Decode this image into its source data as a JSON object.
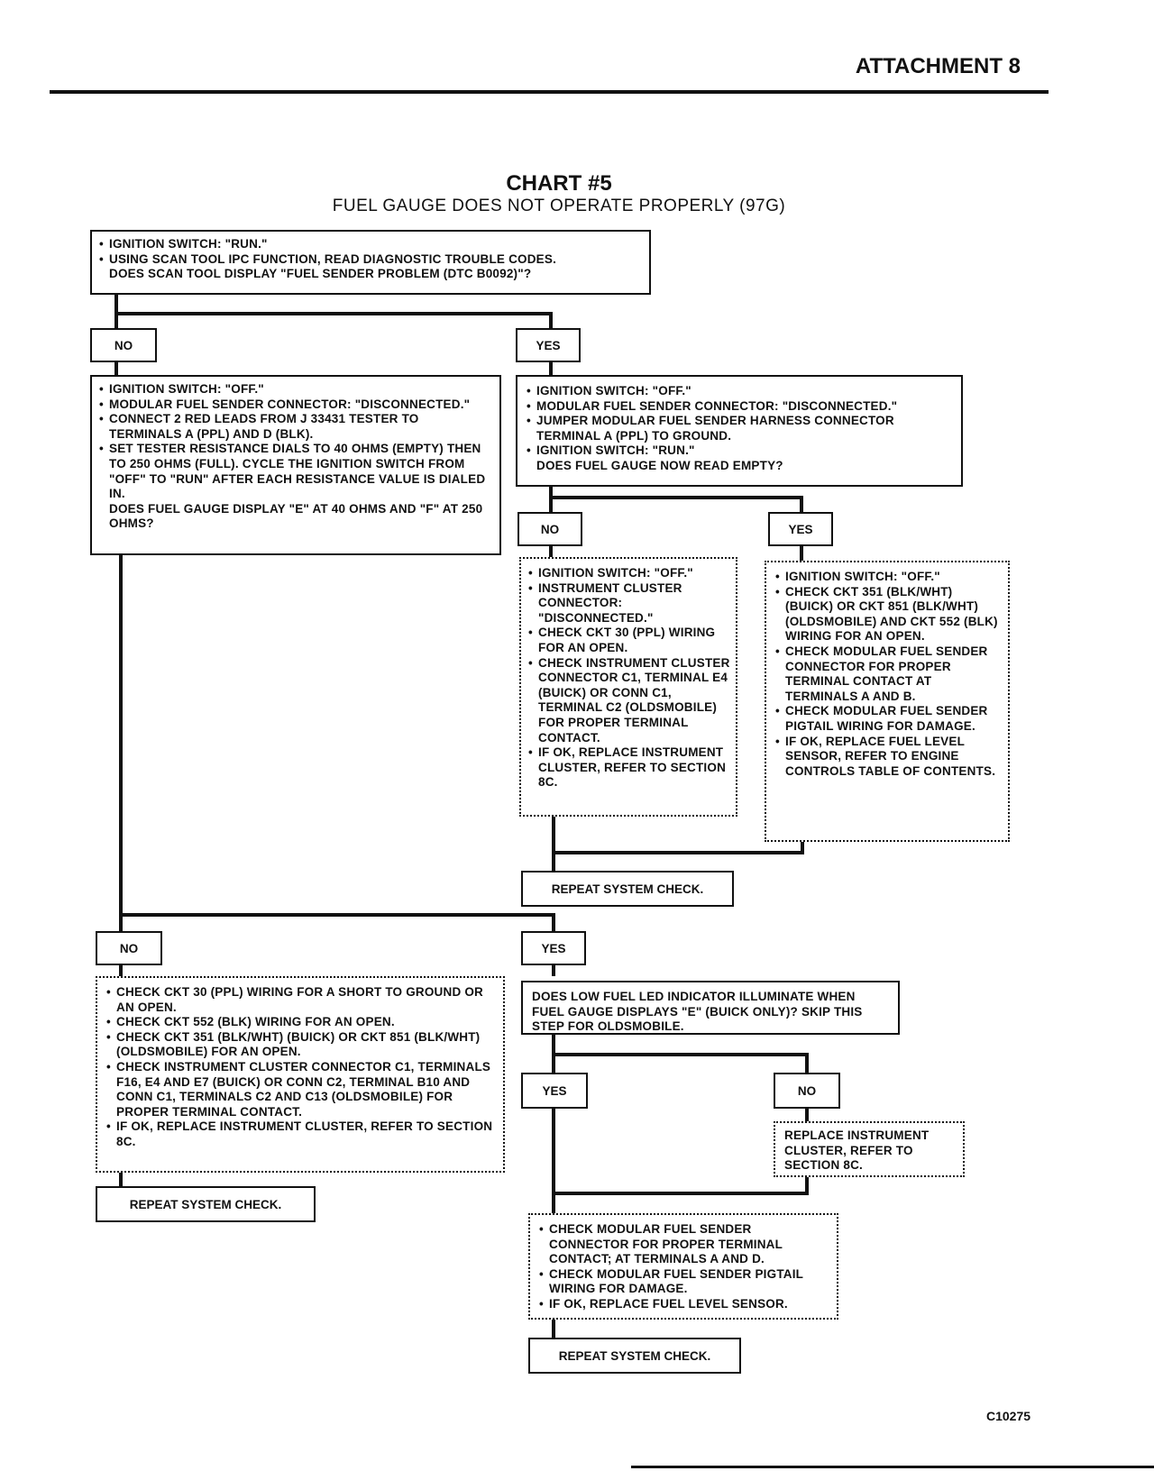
{
  "header": {
    "attachment": "ATTACHMENT 8",
    "chart_title": "CHART #5",
    "chart_subtitle": "FUEL GAUGE DOES NOT OPERATE PROPERLY (97G)"
  },
  "steps": {
    "start": {
      "items": [
        "IGNITION SWITCH: \"RUN.\"",
        "USING SCAN TOOL IPC FUNCTION, READ DIAGNOSTIC TROUBLE CODES."
      ],
      "question": "DOES SCAN TOOL DISPLAY \"FUEL SENDER PROBLEM (DTC B0092)\"?"
    },
    "labels": {
      "no_1": "NO",
      "yes_1": "YES",
      "no_2": "NO",
      "yes_2": "YES",
      "no_3": "NO",
      "yes_3": "YES",
      "yes_4": "YES",
      "no_4": "NO"
    },
    "no_branch": {
      "items": [
        "IGNITION SWITCH: \"OFF.\"",
        "MODULAR FUEL SENDER CONNECTOR: \"DISCONNECTED.\"",
        "CONNECT 2 RED LEADS FROM J 33431 TESTER TO TERMINALS A (PPL) AND D (BLK).",
        "SET TESTER RESISTANCE DIALS TO 40 OHMS (EMPTY) THEN TO 250 OHMS (FULL). CYCLE THE IGNITION SWITCH FROM \"OFF\" TO \"RUN\" AFTER EACH RESISTANCE VALUE IS DIALED IN."
      ],
      "question": "DOES FUEL GAUGE DISPLAY \"E\" AT 40 OHMS AND \"F\" AT 250 OHMS?"
    },
    "yes_branch": {
      "items": [
        "IGNITION SWITCH: \"OFF.\"",
        "MODULAR FUEL SENDER CONNECTOR: \"DISCONNECTED.\"",
        "JUMPER MODULAR FUEL SENDER HARNESS CONNECTOR TERMINAL A (PPL) TO GROUND.",
        "IGNITION SWITCH: \"RUN.\""
      ],
      "question": "DOES FUEL GAUGE NOW READ EMPTY?"
    },
    "empty_no": {
      "items": [
        "IGNITION SWITCH: \"OFF.\"",
        "INSTRUMENT CLUSTER CONNECTOR: \"DISCONNECTED.\"",
        "CHECK CKT 30 (PPL) WIRING FOR AN OPEN.",
        "CHECK INSTRUMENT CLUSTER CONNECTOR C1, TERMINAL E4 (BUICK) OR CONN C1, TERMINAL C2 (OLDSMOBILE) FOR PROPER TERMINAL CONTACT.",
        "IF OK, REPLACE INSTRUMENT CLUSTER, REFER TO SECTION 8C."
      ]
    },
    "empty_yes": {
      "items": [
        "IGNITION SWITCH: \"OFF.\"",
        "CHECK CKT 351 (BLK/WHT) (BUICK) OR CKT 851 (BLK/WHT) (OLDSMOBILE) AND CKT 552 (BLK) WIRING FOR AN OPEN.",
        "CHECK MODULAR FUEL SENDER CONNECTOR FOR PROPER TERMINAL CONTACT AT TERMINALS A AND B.",
        "CHECK MODULAR FUEL SENDER PIGTAIL WIRING FOR DAMAGE.",
        "IF OK, REPLACE FUEL LEVEL SENSOR, REFER TO ENGINE CONTROLS TABLE OF CONTENTS."
      ]
    },
    "repeat_1": "REPEAT SYSTEM CHECK.",
    "display_no": {
      "items": [
        "CHECK CKT 30 (PPL) WIRING FOR A SHORT TO GROUND OR AN OPEN.",
        "CHECK CKT 552 (BLK) WIRING FOR AN OPEN.",
        "CHECK CKT 351 (BLK/WHT) (BUICK) OR CKT 851 (BLK/WHT) (OLDSMOBILE) FOR AN OPEN.",
        "CHECK INSTRUMENT CLUSTER CONNECTOR C1, TERMINALS F16, E4 AND E7 (BUICK) OR CONN C2, TERMINAL B10 AND CONN C1, TERMINALS C2 AND C13 (OLDSMOBILE) FOR PROPER TERMINAL CONTACT.",
        "IF OK, REPLACE INSTRUMENT CLUSTER, REFER TO SECTION 8C."
      ]
    },
    "repeat_2": "REPEAT SYSTEM CHECK.",
    "led_question": "DOES LOW FUEL LED INDICATOR ILLUMINATE WHEN FUEL GAUGE DISPLAYS \"E\" (BUICK ONLY)? SKIP THIS STEP FOR OLDSMOBILE.",
    "led_no": "REPLACE INSTRUMENT CLUSTER, REFER TO SECTION 8C.",
    "led_yes": {
      "items": [
        "CHECK MODULAR FUEL SENDER CONNECTOR FOR PROPER TERMINAL CONTACT; AT TERMINALS A AND D.",
        "CHECK MODULAR FUEL SENDER PIGTAIL WIRING FOR DAMAGE.",
        "IF OK, REPLACE FUEL LEVEL SENSOR."
      ]
    },
    "repeat_3": "REPEAT SYSTEM CHECK."
  },
  "footer": {
    "code": "C10275"
  }
}
